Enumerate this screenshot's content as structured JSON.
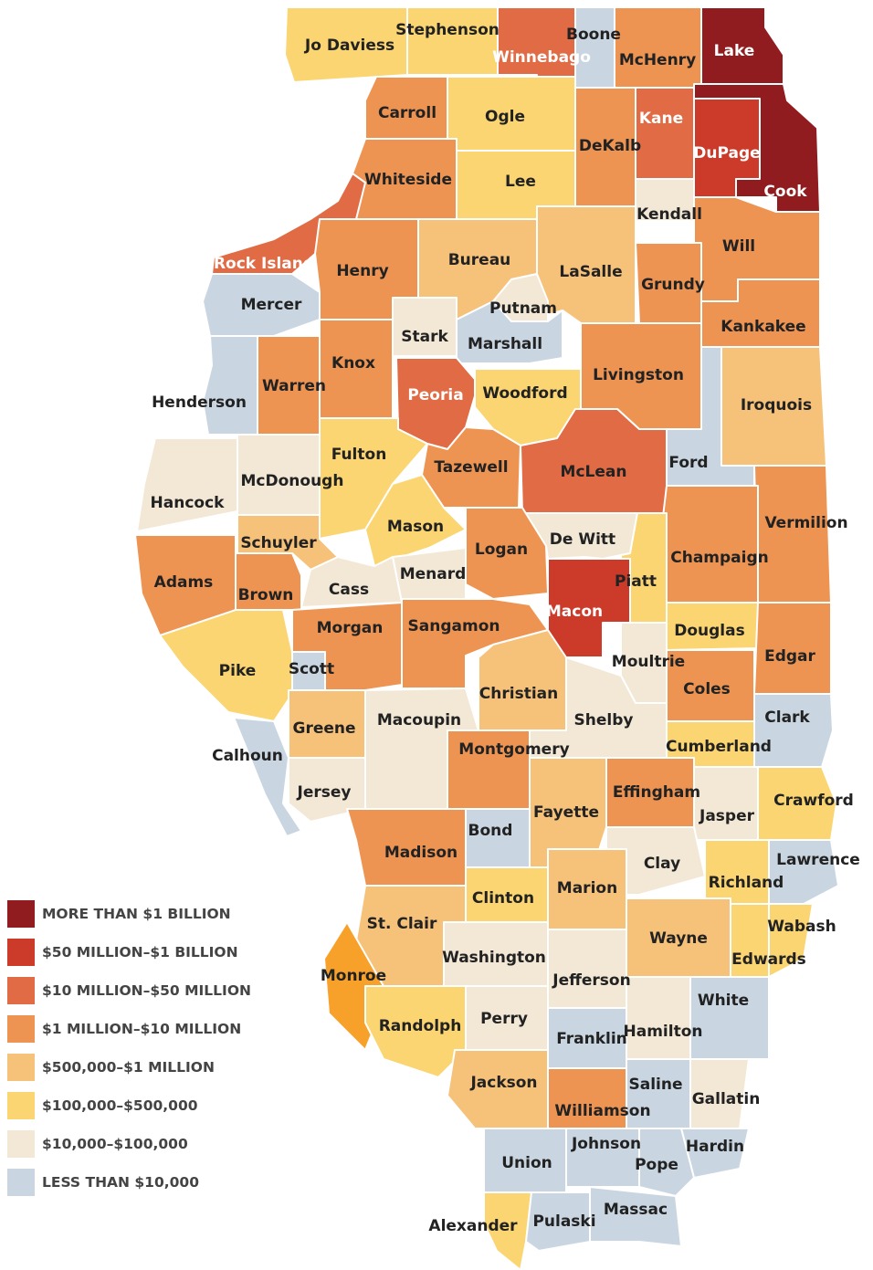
{
  "colors": {
    "c1": "#911c1f",
    "c2": "#cc3a2a",
    "c3": "#e06b45",
    "c4": "#ee9453",
    "c5": "#f6c27a",
    "c6": "#fad571",
    "c7": "#f3e8d6",
    "c8": "#c9d6e2",
    "monroe": "#f7a12b",
    "text_dark": "#222222",
    "text_light": "#ffffff",
    "legend_text": "#444444"
  },
  "legend": [
    {
      "label": "MORE THAN $1 BILLION",
      "color": "#911c1f"
    },
    {
      "label": "$50 MILLION–$1 BILLION",
      "color": "#cc3a2a"
    },
    {
      "label": "$10 MILLION–$50 MILLION",
      "color": "#e06b45"
    },
    {
      "label": "$1 MILLION–$10 MILLION",
      "color": "#ee9453"
    },
    {
      "label": "$500,000–$1 MILLION",
      "color": "#f6c27a"
    },
    {
      "label": "$100,000–$500,000",
      "color": "#fad571"
    },
    {
      "label": "$10,000–$100,000",
      "color": "#f3e8d6"
    },
    {
      "label": "LESS THAN $10,000",
      "color": "#c9d6e2"
    }
  ],
  "counties": [
    {
      "name": "Jo Daviess",
      "cls": "c6"
    },
    {
      "name": "Stephenson",
      "cls": "c6"
    },
    {
      "name": "Winnebago",
      "cls": "c3"
    },
    {
      "name": "Boone",
      "cls": "c8"
    },
    {
      "name": "McHenry",
      "cls": "c4"
    },
    {
      "name": "Lake",
      "cls": "c1"
    },
    {
      "name": "Carroll",
      "cls": "c4"
    },
    {
      "name": "Ogle",
      "cls": "c6"
    },
    {
      "name": "DeKalb",
      "cls": "c4"
    },
    {
      "name": "Kane",
      "cls": "c3"
    },
    {
      "name": "DuPage",
      "cls": "c2"
    },
    {
      "name": "Cook",
      "cls": "c1"
    },
    {
      "name": "Whiteside",
      "cls": "c4"
    },
    {
      "name": "Lee",
      "cls": "c6"
    },
    {
      "name": "Kendall",
      "cls": "c7"
    },
    {
      "name": "Will",
      "cls": "c4"
    },
    {
      "name": "Rock Island",
      "cls": "c3"
    },
    {
      "name": "Henry",
      "cls": "c4"
    },
    {
      "name": "Bureau",
      "cls": "c5"
    },
    {
      "name": "LaSalle",
      "cls": "c5"
    },
    {
      "name": "Grundy",
      "cls": "c4"
    },
    {
      "name": "Mercer",
      "cls": "c8"
    },
    {
      "name": "Putnam",
      "cls": "c7"
    },
    {
      "name": "Stark",
      "cls": "c7"
    },
    {
      "name": "Marshall",
      "cls": "c8"
    },
    {
      "name": "Kankakee",
      "cls": "c4"
    },
    {
      "name": "Knox",
      "cls": "c4"
    },
    {
      "name": "Livingston",
      "cls": "c4"
    },
    {
      "name": "Henderson",
      "cls": "c8"
    },
    {
      "name": "Warren",
      "cls": "c4"
    },
    {
      "name": "Peoria",
      "cls": "c3"
    },
    {
      "name": "Woodford",
      "cls": "c6"
    },
    {
      "name": "Iroquois",
      "cls": "c5"
    },
    {
      "name": "Fulton",
      "cls": "c6"
    },
    {
      "name": "Ford",
      "cls": "c8"
    },
    {
      "name": "Tazewell",
      "cls": "c4"
    },
    {
      "name": "McLean",
      "cls": "c3"
    },
    {
      "name": "McDonough",
      "cls": "c7"
    },
    {
      "name": "Hancock",
      "cls": "c7"
    },
    {
      "name": "Vermilion",
      "cls": "c4"
    },
    {
      "name": "Mason",
      "cls": "c6"
    },
    {
      "name": "Schuyler",
      "cls": "c5"
    },
    {
      "name": "De Witt",
      "cls": "c7"
    },
    {
      "name": "Logan",
      "cls": "c4"
    },
    {
      "name": "Champaign",
      "cls": "c4"
    },
    {
      "name": "Adams",
      "cls": "c4"
    },
    {
      "name": "Menard",
      "cls": "c7"
    },
    {
      "name": "Piatt",
      "cls": "c6"
    },
    {
      "name": "Cass",
      "cls": "c7"
    },
    {
      "name": "Brown",
      "cls": "c4"
    },
    {
      "name": "Macon",
      "cls": "c2"
    },
    {
      "name": "Morgan",
      "cls": "c4"
    },
    {
      "name": "Sangamon",
      "cls": "c4"
    },
    {
      "name": "Douglas",
      "cls": "c6"
    },
    {
      "name": "Edgar",
      "cls": "c4"
    },
    {
      "name": "Moultrie",
      "cls": "c7"
    },
    {
      "name": "Pike",
      "cls": "c6"
    },
    {
      "name": "Scott",
      "cls": "c8"
    },
    {
      "name": "Coles",
      "cls": "c4"
    },
    {
      "name": "Christian",
      "cls": "c5"
    },
    {
      "name": "Clark",
      "cls": "c8"
    },
    {
      "name": "Shelby",
      "cls": "c7"
    },
    {
      "name": "Macoupin",
      "cls": "c7"
    },
    {
      "name": "Greene",
      "cls": "c5"
    },
    {
      "name": "Cumberland",
      "cls": "c6"
    },
    {
      "name": "Calhoun",
      "cls": "c8"
    },
    {
      "name": "Montgomery",
      "cls": "c4"
    },
    {
      "name": "Effingham",
      "cls": "c4"
    },
    {
      "name": "Crawford",
      "cls": "c6"
    },
    {
      "name": "Jersey",
      "cls": "c7"
    },
    {
      "name": "Fayette",
      "cls": "c5"
    },
    {
      "name": "Jasper",
      "cls": "c7"
    },
    {
      "name": "Bond",
      "cls": "c8"
    },
    {
      "name": "Madison",
      "cls": "c4"
    },
    {
      "name": "Clay",
      "cls": "c7"
    },
    {
      "name": "Lawrence",
      "cls": "c8"
    },
    {
      "name": "Richland",
      "cls": "c6"
    },
    {
      "name": "Clinton",
      "cls": "c6"
    },
    {
      "name": "Marion",
      "cls": "c5"
    },
    {
      "name": "St. Clair",
      "cls": "c5"
    },
    {
      "name": "Wabash",
      "cls": "c6"
    },
    {
      "name": "Wayne",
      "cls": "c5"
    },
    {
      "name": "Washington",
      "cls": "c7"
    },
    {
      "name": "Edwards",
      "cls": "c6"
    },
    {
      "name": "Monroe",
      "cls": "monroe"
    },
    {
      "name": "Jefferson",
      "cls": "c7"
    },
    {
      "name": "White",
      "cls": "c8"
    },
    {
      "name": "Randolph",
      "cls": "c6"
    },
    {
      "name": "Perry",
      "cls": "c7"
    },
    {
      "name": "Franklin",
      "cls": "c8"
    },
    {
      "name": "Hamilton",
      "cls": "c7"
    },
    {
      "name": "Jackson",
      "cls": "c5"
    },
    {
      "name": "Saline",
      "cls": "c8"
    },
    {
      "name": "Gallatin",
      "cls": "c7"
    },
    {
      "name": "Williamson",
      "cls": "c4"
    },
    {
      "name": "Union",
      "cls": "c8"
    },
    {
      "name": "Johnson",
      "cls": "c8"
    },
    {
      "name": "Hardin",
      "cls": "c8"
    },
    {
      "name": "Pope",
      "cls": "c8"
    },
    {
      "name": "Alexander",
      "cls": "c6"
    },
    {
      "name": "Pulaski",
      "cls": "c8"
    },
    {
      "name": "Massac",
      "cls": "c8"
    }
  ]
}
